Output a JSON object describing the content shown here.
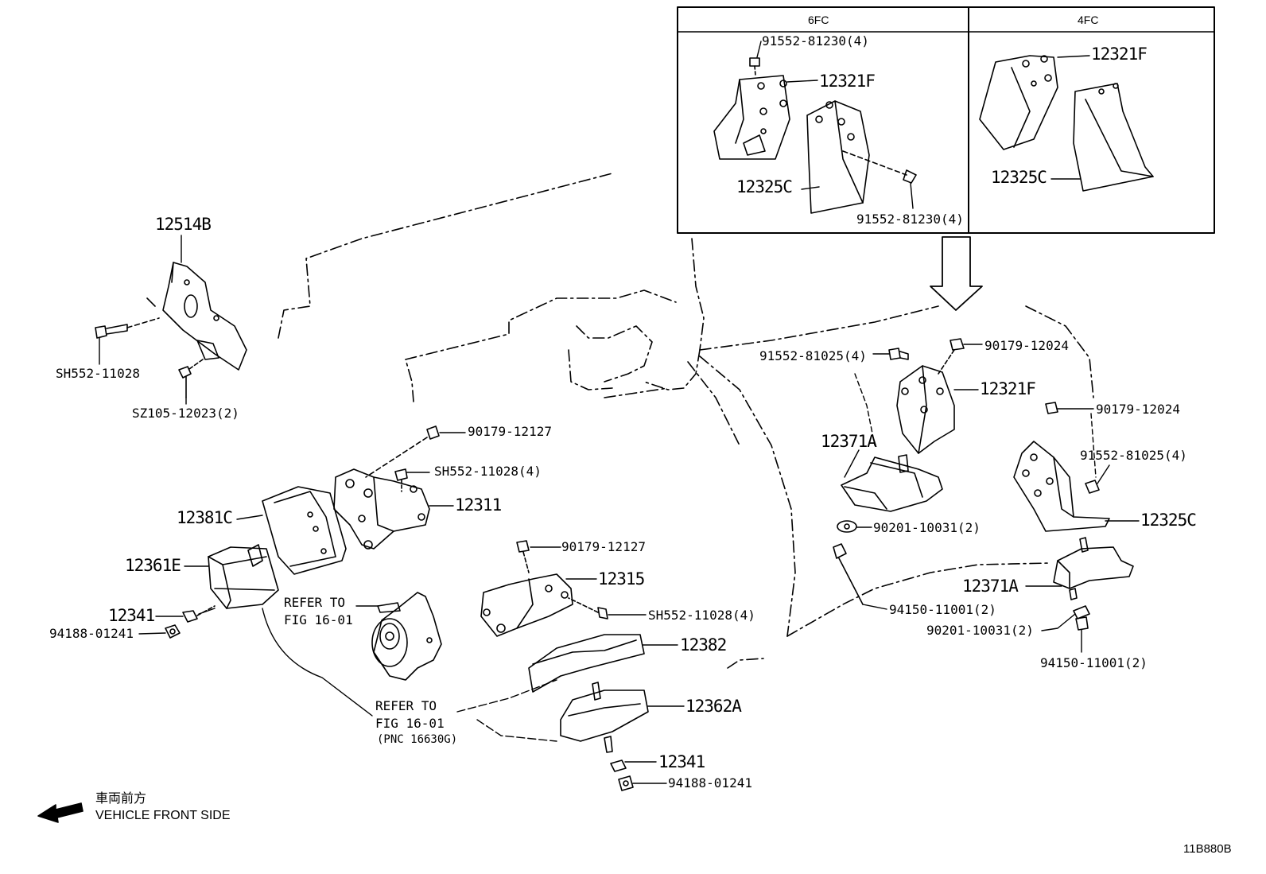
{
  "inset": {
    "col_6fc": "6FC",
    "col_4fc": "4FC",
    "p_91552_81230_a": "91552-81230(4)",
    "p_12321f_6fc": "12321F",
    "p_12325c_6fc": "12325C",
    "p_91552_81230_b": "91552-81230(4)",
    "p_12321f_4fc": "12321F",
    "p_12325c_4fc": "12325C"
  },
  "left": {
    "p_12514b": "12514B",
    "p_sh552_11028": "SH552-11028",
    "p_sz105_12023": "SZ105-12023(2)",
    "p_90179_12127_a": "90179-12127",
    "p_sh552_11028_4a": "SH552-11028(4)",
    "p_12311": "12311",
    "p_12381c": "12381C",
    "p_12361e": "12361E",
    "p_12341_a": "12341",
    "p_94188_01241_a": "94188-01241",
    "refer_a_line1": "REFER TO",
    "refer_a_line2": "FIG 16-01"
  },
  "center": {
    "p_90179_12127_b": "90179-12127",
    "p_12315": "12315",
    "p_sh552_11028_4b": "SH552-11028(4)",
    "p_12382": "12382",
    "p_12362a": "12362A",
    "p_12341_b": "12341",
    "p_94188_01241_b": "94188-01241",
    "refer_b_line1": "REFER TO",
    "refer_b_line2": "FIG 16-01",
    "refer_b_line3": "(PNC 16630G)"
  },
  "right": {
    "p_91552_81025_a": "91552-81025(4)",
    "p_90179_12024_a": "90179-12024",
    "p_12321f": "12321F",
    "p_12371a_a": "12371A",
    "p_90179_12024_b": "90179-12024",
    "p_91552_81025_b": "91552-81025(4)",
    "p_12325c": "12325C",
    "p_90201_10031_a": "90201-10031(2)",
    "p_12371a_b": "12371A",
    "p_94150_11001_a": "94150-11001(2)",
    "p_90201_10031_b": "90201-10031(2)",
    "p_94150_11001_b": "94150-11001(2)"
  },
  "footer": {
    "front_jp": "車両前方",
    "front_en": "VEHICLE FRONT SIDE",
    "figure_code": "11B880B"
  }
}
